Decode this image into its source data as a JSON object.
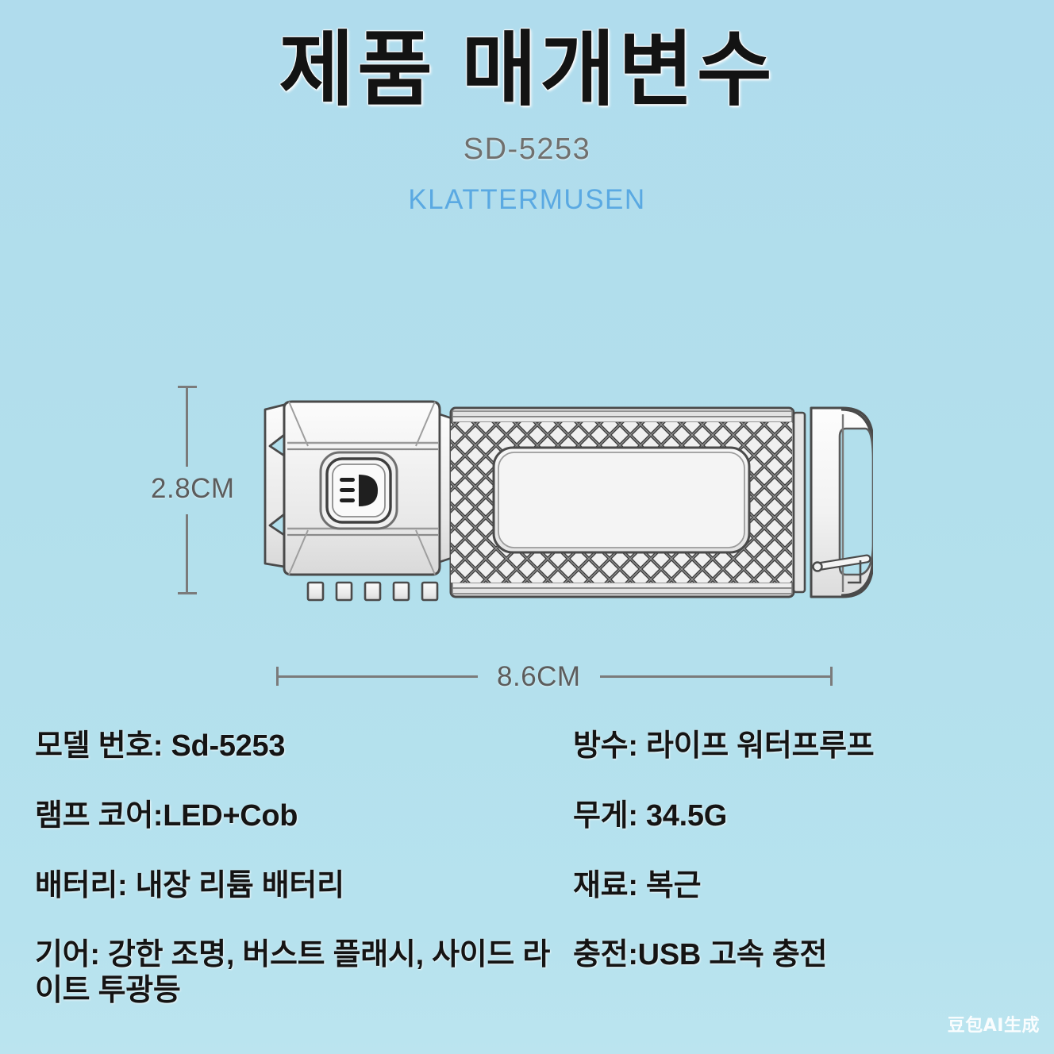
{
  "header": {
    "title": "제품 매개변수",
    "model_code": "SD-5253",
    "brand": "KLATTERMUSEN",
    "title_color": "#131313",
    "model_code_color": "#70706e",
    "brand_color": "#5aa9e2"
  },
  "background": {
    "color": "#b2dfec"
  },
  "diagram": {
    "product": "flashlight-with-carabiner",
    "height_label": "2.8CM",
    "width_label": "8.6CM",
    "line_color": "#7b7b7b",
    "body_fill": "#f2f2f2",
    "outline_color": "#4a4a4a",
    "button_icon": "headlight-beam-icon"
  },
  "specs": {
    "left": [
      "모델 번호: Sd-5253",
      "램프 코어:LED+Cob",
      "배터리: 내장 리튬 배터리",
      "기어: 강한 조명, 버스트 플래시, 사이드 라이트 투광등"
    ],
    "right": [
      "방수: 라이프 워터프루프",
      "무게: 34.5G",
      "재료: 복근",
      "충전:USB 고속 충전"
    ]
  },
  "watermark": {
    "text": "豆包AI生成"
  }
}
